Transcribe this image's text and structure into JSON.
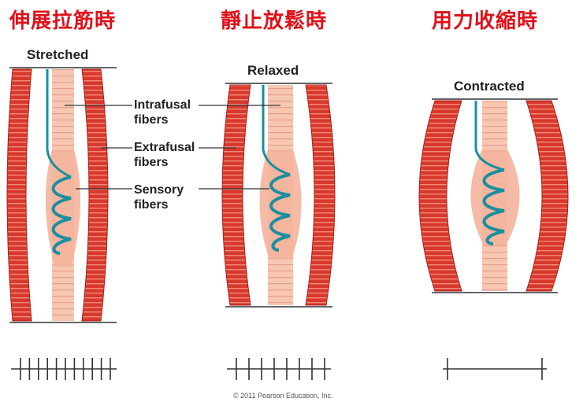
{
  "titles": {
    "stretched_zh": "伸展拉筋時",
    "relaxed_zh": "靜止放鬆時",
    "contracted_zh": "用力收縮時"
  },
  "states": {
    "stretched": "Stretched",
    "relaxed": "Relaxed",
    "contracted": "Contracted"
  },
  "callouts": {
    "intrafusal": "Intrafusal fibers",
    "extrafusal": "Extrafusal fibers",
    "sensory": "Sensory fibers"
  },
  "copyright": "© 2011 Pearson Education, Inc.",
  "colors": {
    "title_red": "#e0101a",
    "extrafusal": "#d8392c",
    "intrafusal": "#f7c7b2",
    "spindle_capsule": "#f4b49c",
    "sensory": "#1a8fa0"
  },
  "nerve_activity": {
    "stretched_spikes": 11,
    "relaxed_spikes": 8,
    "contracted_spikes": 2
  }
}
